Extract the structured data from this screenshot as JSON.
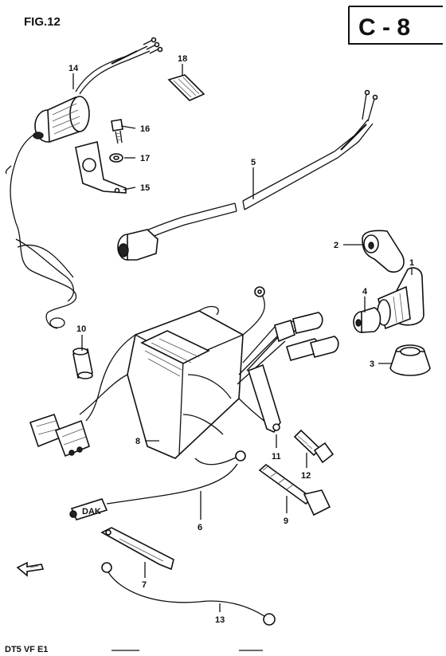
{
  "header": {
    "figure_label": "FIG.12",
    "section_code": "C - 8"
  },
  "footer": {
    "model_code": "DT5 VF E1"
  },
  "callouts": [
    {
      "id": "1",
      "text": "1"
    },
    {
      "id": "2",
      "text": "2"
    },
    {
      "id": "3",
      "text": "3"
    },
    {
      "id": "4",
      "text": "4"
    },
    {
      "id": "5",
      "text": "5"
    },
    {
      "id": "6",
      "text": "6"
    },
    {
      "id": "7",
      "text": "7"
    },
    {
      "id": "8",
      "text": "8"
    },
    {
      "id": "9",
      "text": "9"
    },
    {
      "id": "10",
      "text": "10"
    },
    {
      "id": "11",
      "text": "11"
    },
    {
      "id": "12",
      "text": "12"
    },
    {
      "id": "13",
      "text": "13"
    },
    {
      "id": "14",
      "text": "14"
    },
    {
      "id": "15",
      "text": "15"
    },
    {
      "id": "16",
      "text": "16"
    },
    {
      "id": "17",
      "text": "17"
    },
    {
      "id": "18",
      "text": "18"
    }
  ],
  "badge_text": "DAK"
}
